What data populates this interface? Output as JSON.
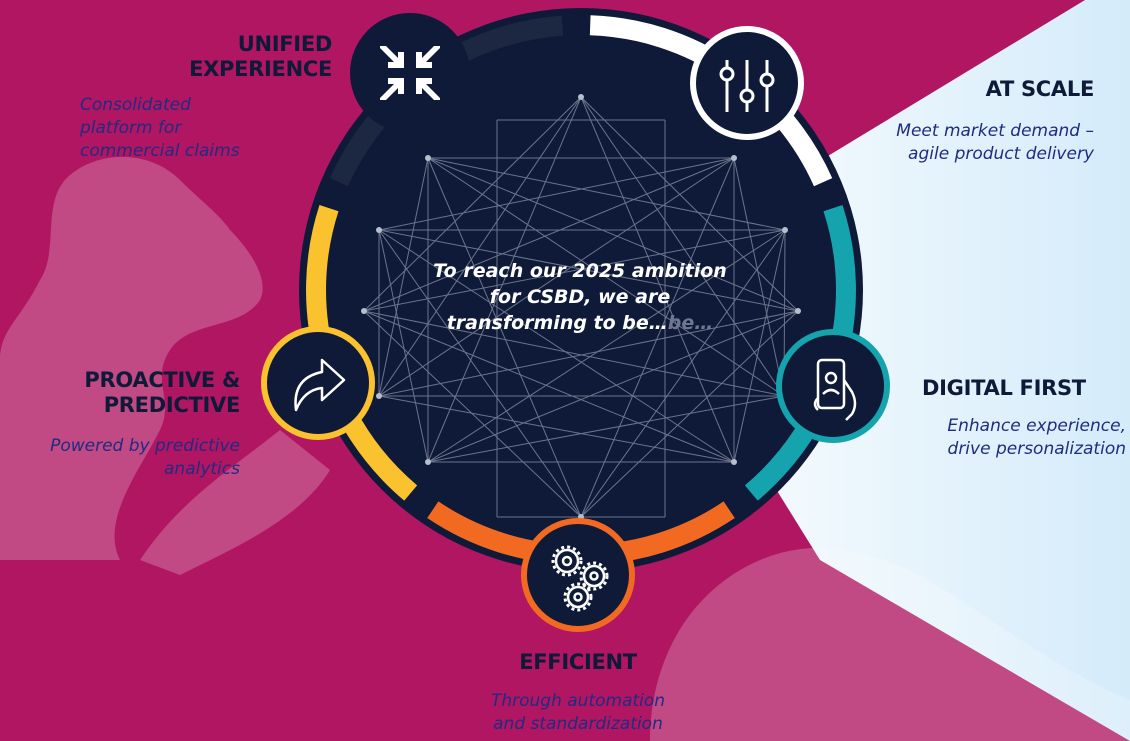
{
  "center": {
    "line1": "To reach our 2025 ambition",
    "line2": "for CSBD, we are",
    "line3": "transforming to be…",
    "echo": "be…"
  },
  "pillars": {
    "unified": {
      "title_line1": "UNIFIED",
      "title_line2": "EXPERIENCE",
      "desc_lines": [
        "Consolidated",
        "platform for",
        "commercial claims"
      ],
      "icon": "compress-arrows-icon",
      "color": "#0f1a38"
    },
    "at_scale": {
      "title": "AT SCALE",
      "desc_lines": [
        "Meet market demand –",
        "agile product delivery"
      ],
      "icon": "sliders-icon",
      "color": "#ffffff"
    },
    "digital_first": {
      "title": "DIGITAL FIRST",
      "desc_lines": [
        "Enhance experience,",
        "drive personalization"
      ],
      "icon": "hand-phone-icon",
      "color": "#15a3ad"
    },
    "efficient": {
      "title": "EFFICIENT",
      "desc_lines": [
        "Through automation",
        "and standardization"
      ],
      "icon": "gears-icon",
      "color": "#f26a21"
    },
    "proactive": {
      "title_line1": "PROACTIVE &",
      "title_line2": "PREDICTIVE",
      "desc_lines": [
        "Powered by predictive",
        "analytics"
      ],
      "icon": "share-arrow-icon",
      "color": "#f9c22e"
    }
  },
  "colors": {
    "background": "#b01662",
    "circle": "#0f1a38",
    "light_panel": "#d6ecfa"
  }
}
